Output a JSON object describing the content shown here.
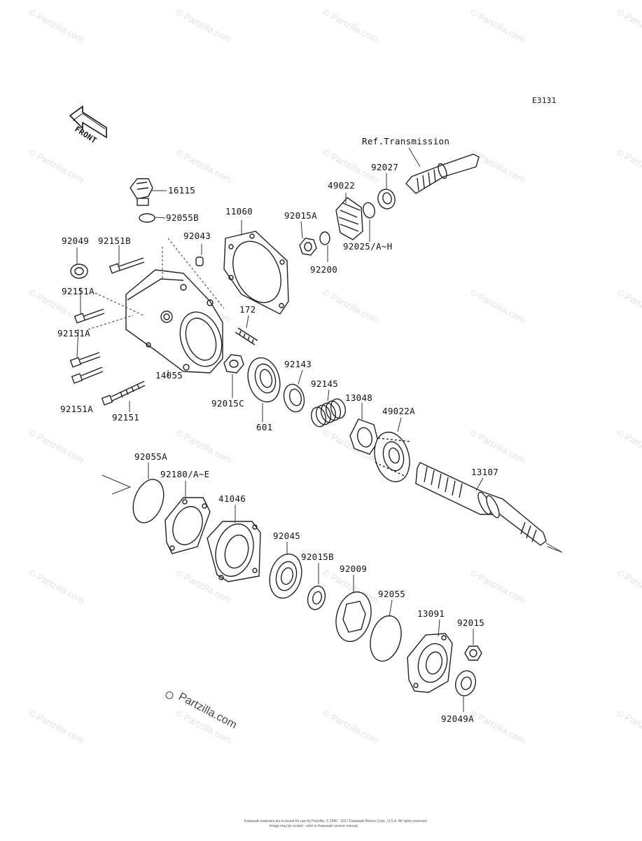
{
  "diagram": {
    "code": "E3131",
    "front_label": "FRONT",
    "ref_label": "Ref.Transmission",
    "watermark_text": "© Partzilla.com",
    "partzilla_mark": "Partzilla.com",
    "footer_line1": "Kawasaki materials are licensed for use by Partzilla. © 1990 - 2017 Kawasaki Motors Corp., U.S.A. All rights reserved.",
    "footer_line2": "Image may be scaled - refer to Kawasaki service manual.",
    "parts": [
      {
        "number": "16115"
      },
      {
        "number": "92055B"
      },
      {
        "number": "11060"
      },
      {
        "number": "92043"
      },
      {
        "number": "92049"
      },
      {
        "number": "92151B"
      },
      {
        "number": "92151A"
      },
      {
        "number": "92151A"
      },
      {
        "number": "92151A"
      },
      {
        "number": "14055"
      },
      {
        "number": "92151"
      },
      {
        "number": "172"
      },
      {
        "number": "92015C"
      },
      {
        "number": "601"
      },
      {
        "number": "92143"
      },
      {
        "number": "92145"
      },
      {
        "number": "13048"
      },
      {
        "number": "49022A"
      },
      {
        "number": "13107"
      },
      {
        "number": "92015A"
      },
      {
        "number": "92200"
      },
      {
        "number": "49022"
      },
      {
        "number": "92027"
      },
      {
        "number": "92025/A~H"
      },
      {
        "number": "92055A"
      },
      {
        "number": "92180/A~E"
      },
      {
        "number": "41046"
      },
      {
        "number": "92045"
      },
      {
        "number": "92015B"
      },
      {
        "number": "92009"
      },
      {
        "number": "92055"
      },
      {
        "number": "13091"
      },
      {
        "number": "92015"
      },
      {
        "number": "92049A"
      }
    ]
  }
}
